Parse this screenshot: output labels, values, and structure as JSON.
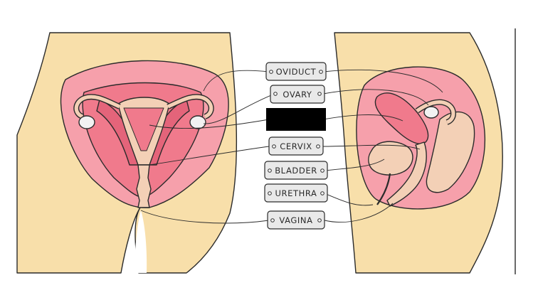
{
  "labels": {
    "oviduct": "OVIDUCT",
    "ovary": "OVARY",
    "redacted": "",
    "cervix": "CERVIX",
    "bladder": "BLADDER",
    "urethra": "URETHRA",
    "vagina": "VAGINA"
  },
  "colors": {
    "skin": "#f8dfaa",
    "tissue_dark": "#f07a8c",
    "tissue_mid": "#f6a0ab",
    "uterus_inner": "#f3d0b6",
    "label_fill": "#e9e9e9",
    "outline": "#2b2b2b",
    "redaction": "#000000"
  }
}
